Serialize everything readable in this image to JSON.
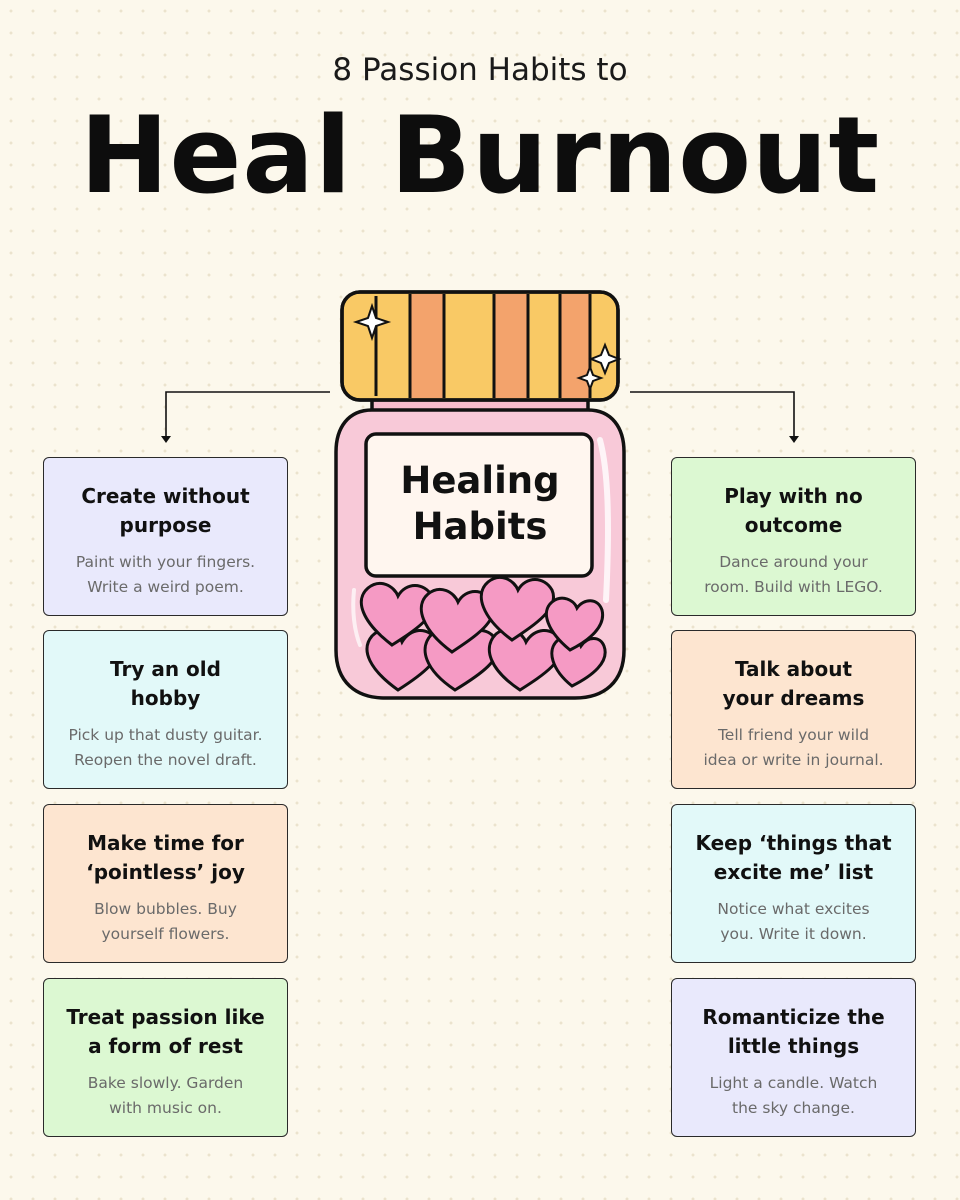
{
  "header": {
    "subtitle": "8 Passion Habits to",
    "title": "Heal Burnout"
  },
  "jar": {
    "label": "Healing\nHabits",
    "icon": "jar-of-hearts-icon"
  },
  "colors": {
    "background": "#fcf8ec",
    "lavender": "#e9e9fc",
    "mint": "#e2f9f9",
    "peach": "#fde5d0",
    "green": "#dcf8d2",
    "jar_lid": "#f9c965",
    "jar_body": "#f8c9d8",
    "hearts": "#f59ac4"
  },
  "left_cards": [
    {
      "title": "Create without\npurpose",
      "desc": "Paint with your fingers.\nWrite a weird poem.",
      "color": "#e9e9fc"
    },
    {
      "title": "Try an old\nhobby",
      "desc": "Pick up that dusty guitar.\nReopen the novel draft.",
      "color": "#e2f9f9"
    },
    {
      "title": "Make time for\n‘pointless’ joy",
      "desc": "Blow bubbles. Buy\nyourself flowers.",
      "color": "#fde5d0"
    },
    {
      "title": "Treat passion like\na form of rest",
      "desc": "Bake slowly. Garden\nwith music on.",
      "color": "#dcf8d2"
    }
  ],
  "right_cards": [
    {
      "title": "Play with no\noutcome",
      "desc": "Dance around your\nroom. Build with LEGO.",
      "color": "#dcf8d2"
    },
    {
      "title": "Talk about\nyour dreams",
      "desc": "Tell friend your wild\nidea or write in journal.",
      "color": "#fde5d0"
    },
    {
      "title": "Keep ‘things that\nexcite me’ list",
      "desc": "Notice what excites\nyou. Write it down.",
      "color": "#e2f9f9"
    },
    {
      "title": "Romanticize the\nlittle things",
      "desc": "Light a candle. Watch\nthe sky change.",
      "color": "#e9e9fc"
    }
  ]
}
